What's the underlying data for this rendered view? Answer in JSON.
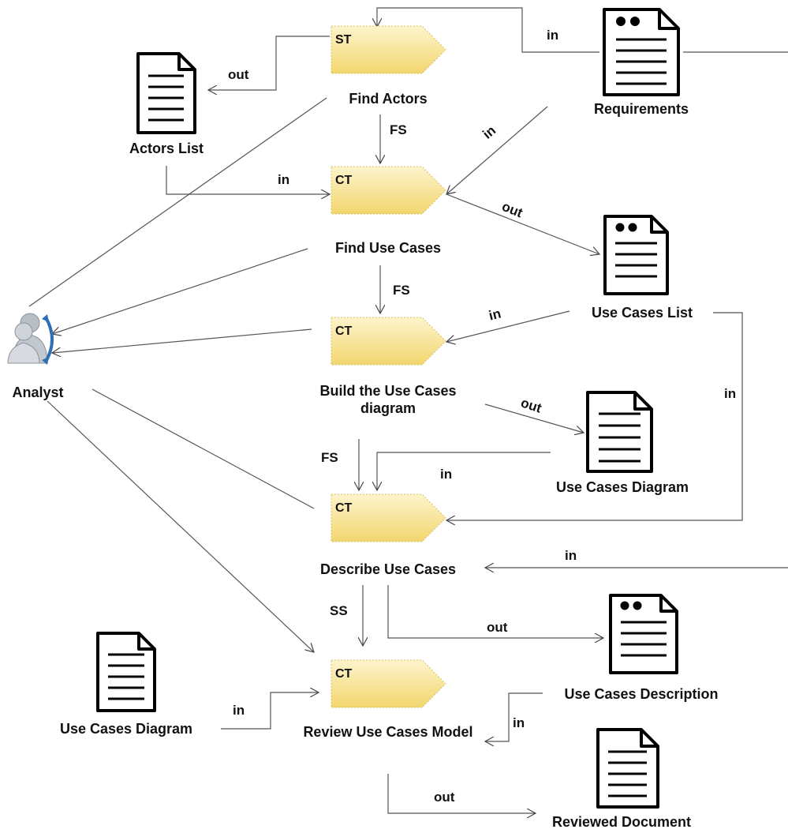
{
  "activities": [
    {
      "type": "ST",
      "name": "Find Actors"
    },
    {
      "type": "CT",
      "name": "Find Use Cases"
    },
    {
      "type": "CT",
      "name": "Build the Use Cases diagram"
    },
    {
      "type": "CT",
      "name": "Describe Use Cases"
    },
    {
      "type": "CT",
      "name": "Review Use Cases Model"
    }
  ],
  "documents": {
    "actors_list": "Actors List",
    "requirements": "Requirements",
    "use_cases_list": "Use Cases List",
    "use_cases_diagram": "Use Cases Diagram",
    "use_cases_description": "Use Cases Description",
    "use_cases_diagram_input": "Use Cases Diagram",
    "reviewed_document": "Reviewed Document"
  },
  "actor": {
    "name": "Analyst",
    "icon": "analyst-role-icon"
  },
  "dependencies": {
    "fs": "FS",
    "ss": "SS"
  },
  "flows": {
    "in": "in",
    "out": "out"
  },
  "colors": {
    "activity_fill_top": "#fdf3c6",
    "activity_fill_bottom": "#f3d871",
    "activity_stroke": "#d6bf62",
    "line": "#555555"
  }
}
